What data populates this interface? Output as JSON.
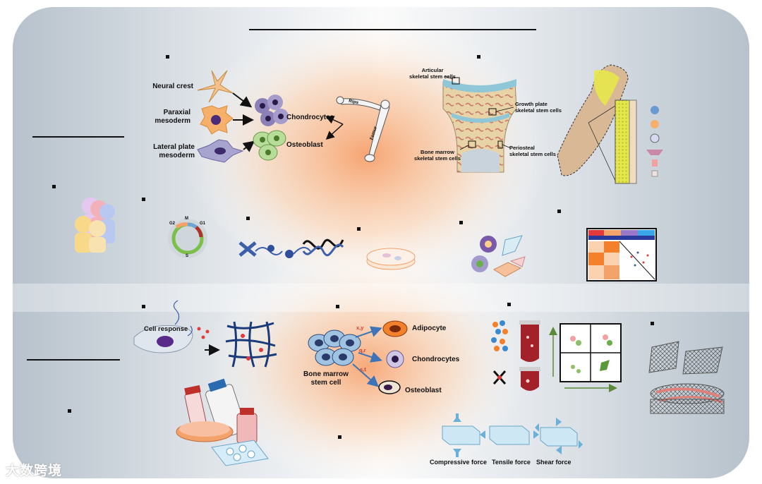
{
  "labels": {
    "neural_crest": "Neural crest",
    "paraxial_mesoderm": "Paraxial\nmesoderm",
    "lateral_plate_mesoderm": "Lateral plate\nmesoderm",
    "chondrocytes": "Chondrocytes",
    "osteoblast": "Osteoblast",
    "ribs": "Rips",
    "femur": "Femur",
    "articular": "Articular\nskeletal stem cells",
    "growth_plate": "Growth plate\nskeletal stem cells",
    "bone_marrow_ssc": "Bone marrow\nskeletal stem cells",
    "periosteal": "Periosteal\nskeletal stem cells",
    "cell_response": "Cell response",
    "bone_marrow_stem_cell": "Bone marrow\nstem cell",
    "adipocyte": "Adipocyte",
    "chondrocytes_2": "Chondrocytes",
    "osteoblast_2": "Osteoblast",
    "path_xy": "x,y",
    "path_qr": "q,r",
    "path_st": "s,t",
    "compressive_force": "Compressive force",
    "tensile_force": "Tensile force",
    "shear_force": "Shear force",
    "cycle_g2": "G2",
    "cycle_m": "M",
    "cycle_g1": "G1",
    "cycle_s": "S"
  },
  "watermark": "大数跨境",
  "colors": {
    "background_panel": "#bcc7d0",
    "center_glow": "#f6a06a",
    "chondrocyte_purple": "#8c80b8",
    "osteoblast_green": "#a8d08a",
    "bone_tan": "#d9b896",
    "bone_blue": "#8fc7d8",
    "arrow_blue": "#3d73b8",
    "path_red": "#d23a2a"
  }
}
